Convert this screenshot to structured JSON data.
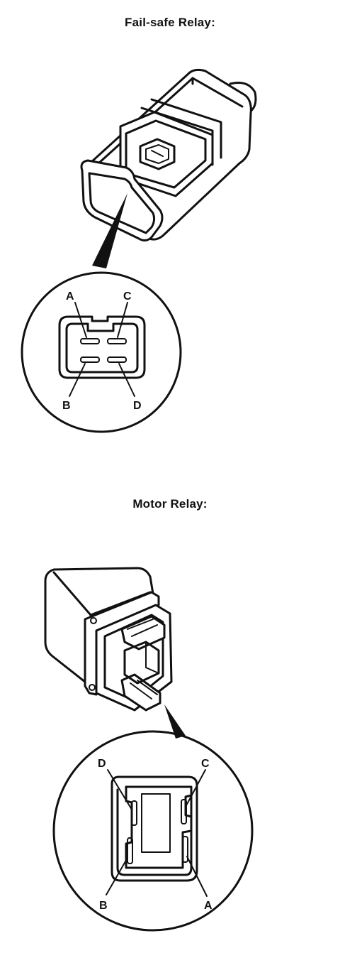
{
  "titles": {
    "failsafe": "Fail-safe Relay:",
    "motor": "Motor Relay:"
  },
  "failsafe_pins": {
    "a": "A",
    "b": "B",
    "c": "C",
    "d": "D"
  },
  "motor_pins": {
    "a": "A",
    "b": "B",
    "c": "C",
    "d": "D"
  }
}
